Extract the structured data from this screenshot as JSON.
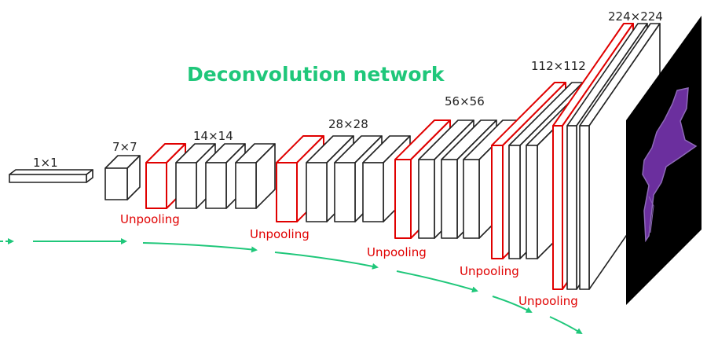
{
  "title": "Deconvolution network",
  "sizes": {
    "s1": "1×1",
    "s7": "7×7",
    "s14": "14×14",
    "s28": "28×28",
    "s56": "56×56",
    "s112": "112×112",
    "s224": "224×224"
  },
  "unpooling_labels": [
    "Unpooling",
    "Unpooling",
    "Unpooling",
    "Unpooling",
    "Unpooling"
  ],
  "colors": {
    "title": "#1fc77a",
    "unpooling": "#e00000",
    "block_stroke": "#222222",
    "arrow": "#1fc77a",
    "output_bg": "#000000",
    "output_shape": "#6b2f9e"
  },
  "output_icon": "segmentation-output-image"
}
